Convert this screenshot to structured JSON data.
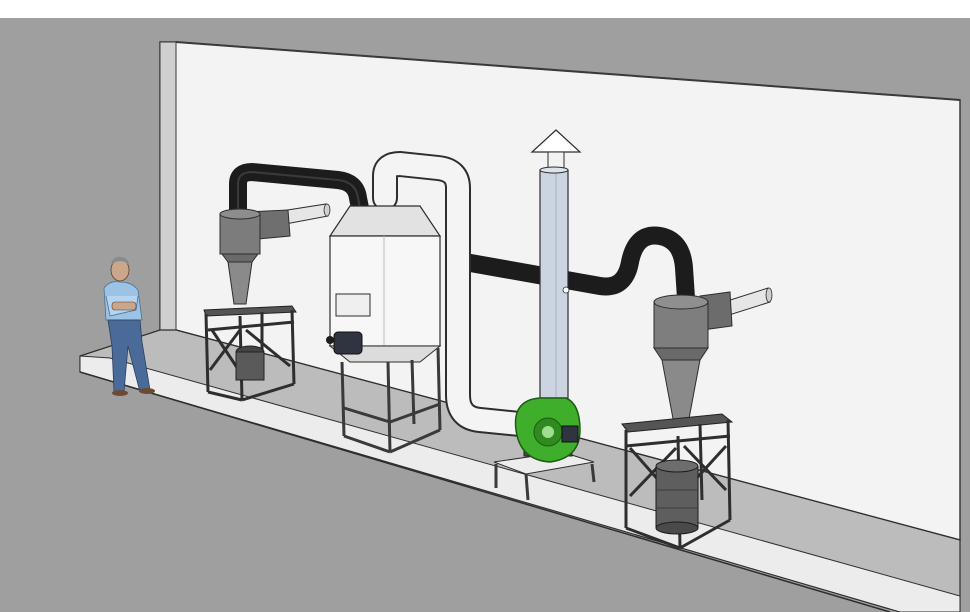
{
  "scene": {
    "description_colors": {
      "background": "#9c9c9c",
      "wall": "#f4f4f4",
      "floor_band": "#bdbdbd",
      "machine_gray": "#7e7e7e",
      "duct_black": "#1c1c1c",
      "duct_white": "#f2f2f2",
      "fan_green": "#3fae2a",
      "stack_light": "#c9d2de"
    },
    "objects": [
      "person",
      "cyclone-left",
      "cyclone-right",
      "scrubber-tower",
      "exhaust-stack",
      "centrifugal-fan",
      "ducting"
    ]
  }
}
